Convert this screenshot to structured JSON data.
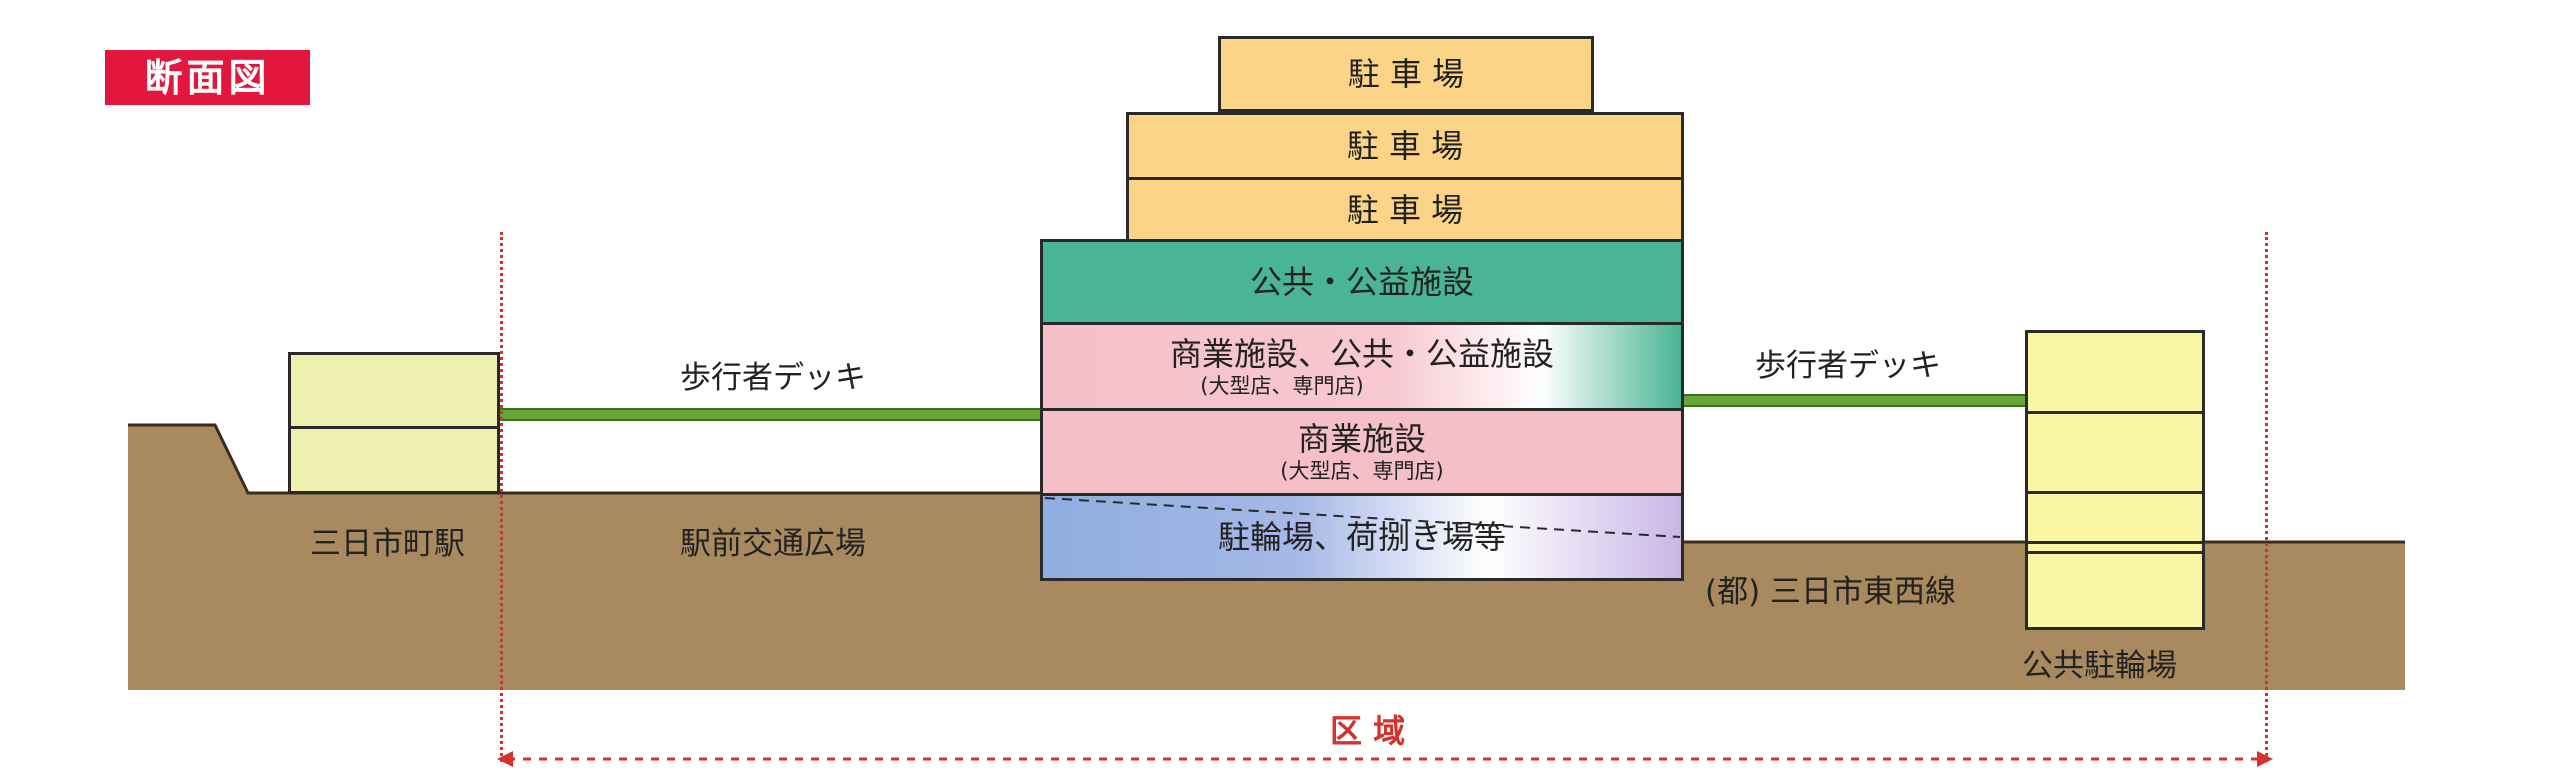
{
  "title": "断面図",
  "building": {
    "parking_floors": [
      "駐 車 場",
      "駐 車 場",
      "駐 車 場"
    ],
    "public_floor": "公共・公益施設",
    "mixed_floor": {
      "main": "商業施設、公共・公益施設",
      "sub": "(大型店、専門店)"
    },
    "commercial_floor": {
      "main": "商業施設",
      "sub": "(大型店、専門店)"
    },
    "basement": "駐輪場、荷捌き場等"
  },
  "labels": {
    "deck_left": "歩行者デッキ",
    "deck_right": "歩行者デッキ",
    "station": "三日市町駅",
    "plaza": "駅前交通広場",
    "road": "(都) 三日市東西線",
    "bike_parking": "公共駐輪場",
    "area": "区 域"
  },
  "colors": {
    "accent_red": "#e3173e",
    "ground": "#a98a5f",
    "parking": "#fbd488",
    "public": "#49b594",
    "commercial": "#f5bfc8",
    "basement": "#8eaee0",
    "deck": "#6aa53a",
    "station": "#eef0b0",
    "bike_tower": "#fbf6a3",
    "boundary": "#d4322c"
  }
}
